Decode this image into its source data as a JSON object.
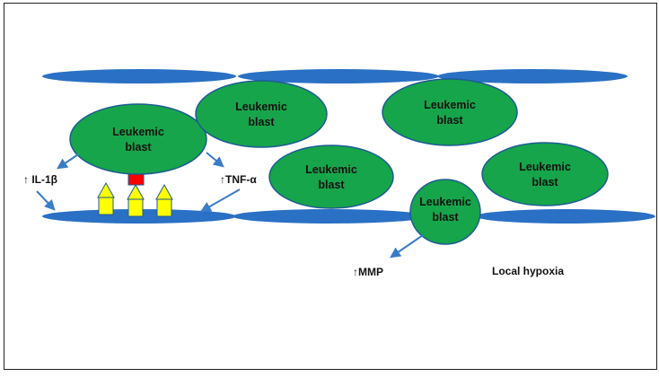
{
  "colors": {
    "vessel_fill": "#2a70c4",
    "blast_fill": "#16a54a",
    "blast_stroke": "#1d5c94",
    "arrow": "#3a7cc8",
    "receptor_fill": "#ffff00",
    "ligand_fill": "#ff0000"
  },
  "blasts": [
    {
      "line1": "Leukemic",
      "line2": "blast"
    },
    {
      "line1": "Leukemic",
      "line2": "blast"
    },
    {
      "line1": "Leukemic",
      "line2": "blast"
    },
    {
      "line1": "Leukemic",
      "line2": "blast"
    },
    {
      "line1": "Leukemic",
      "line2": "blast"
    },
    {
      "line1": "Leukemic",
      "line2": "blast"
    }
  ],
  "labels": {
    "il1b": "↑ IL-1β",
    "tnfa": "↑TNF-α",
    "mmp": "↑MMP",
    "hypoxia": "Local hypoxia"
  }
}
